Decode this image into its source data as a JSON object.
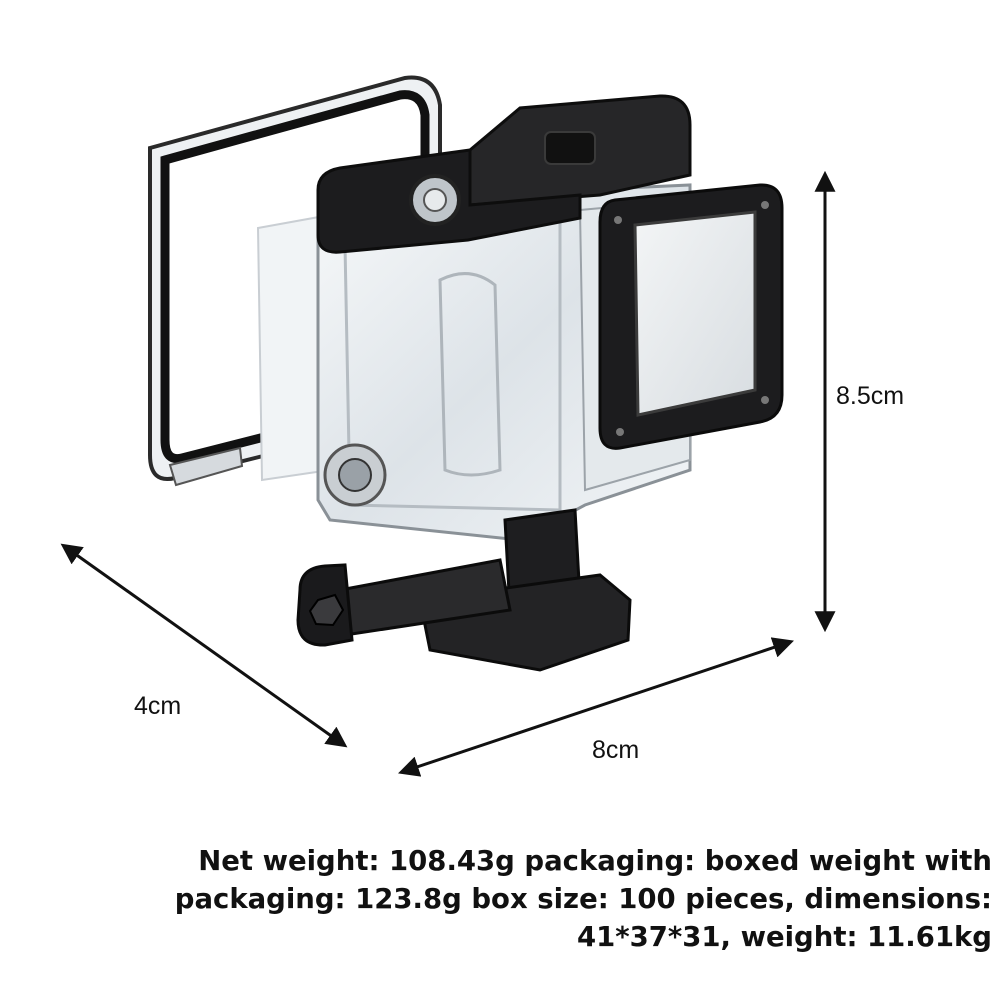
{
  "product": {
    "description": "waterproof action camera housing with mounting buckle"
  },
  "dimensions": {
    "height": "8.5cm",
    "depth": "4cm",
    "width": "8cm"
  },
  "specs": {
    "lines": [
      "Net weight: 108.43g packaging: boxed weight with",
      "packaging: 123.8g box size: 100 pieces, dimensions:",
      "41*37*31, weight: 11.61kg"
    ]
  },
  "colors": {
    "background": "#ffffff",
    "housing_frame": "#1c1c1e",
    "clear_shell": "#e9edf0",
    "text": "#111111"
  }
}
